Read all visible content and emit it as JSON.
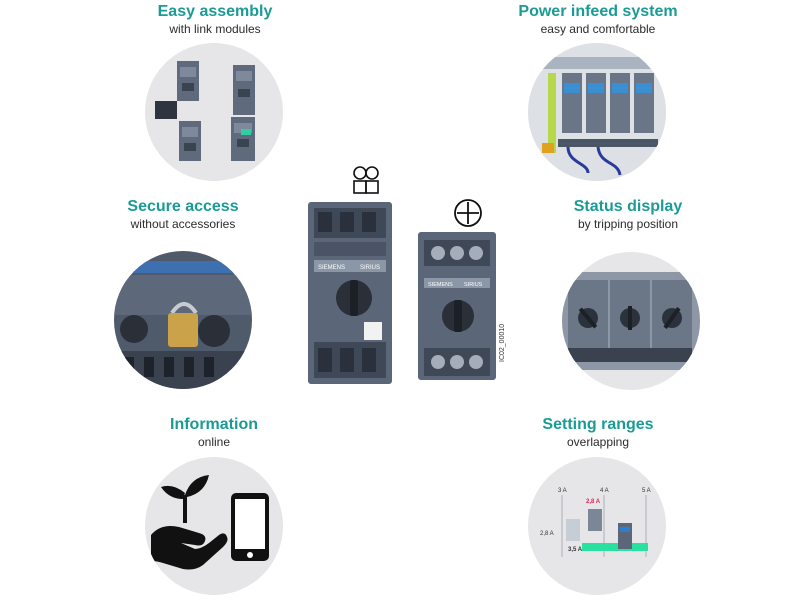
{
  "features": {
    "easy_assembly": {
      "title": "Easy assembly",
      "subtitle": "with link modules"
    },
    "power_infeed": {
      "title": "Power infeed system",
      "subtitle": "easy and comfortable"
    },
    "secure_access": {
      "title": "Secure access",
      "subtitle": "without accessories"
    },
    "status_display": {
      "title": "Status display",
      "subtitle": "by tripping position"
    },
    "information": {
      "title": "Information",
      "subtitle": "online"
    },
    "setting_ranges": {
      "title": "Setting ranges",
      "subtitle": "overlapping"
    }
  },
  "ranges_graphic": {
    "top_labels": [
      "3 A",
      "4 A",
      "5 A"
    ],
    "red_label": "2,8 A",
    "left_label": "2,8 A",
    "bottom_label": "3,5 A"
  },
  "figure_code": "IC02_00010",
  "brand": {
    "primary": "SIEMENS",
    "product": "SIRIUS"
  },
  "colors": {
    "accent": "#1a9b96",
    "circle_bg": "#e6e6e8",
    "device": "#5b6678",
    "highlight": "#29e0a0",
    "red_label": "#e0245e"
  },
  "icons": [
    "link-modules-photo",
    "power-infeed-photo",
    "padlock-photo",
    "status-switches-photo",
    "plant-in-hand-icon",
    "smartphone-icon",
    "setting-ranges-chart",
    "spring-terminal-icon",
    "screw-terminal-icon"
  ]
}
